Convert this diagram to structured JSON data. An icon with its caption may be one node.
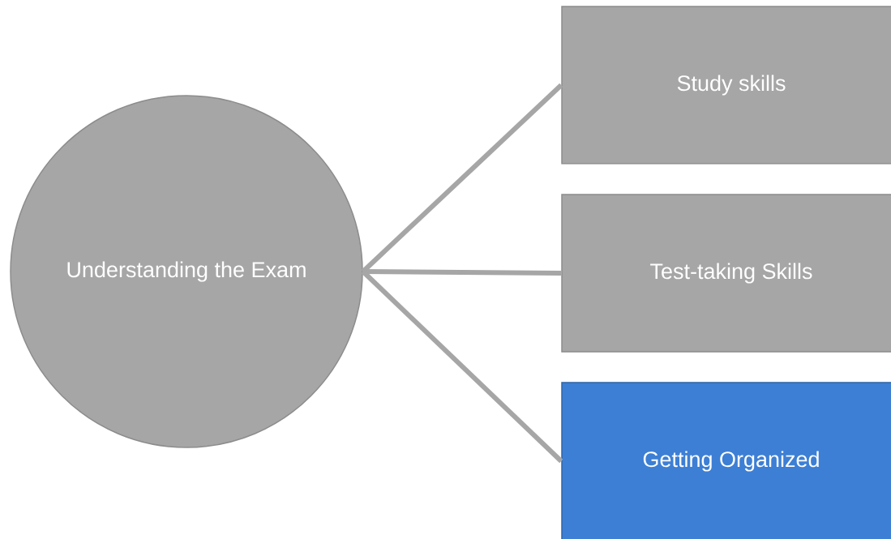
{
  "diagram": {
    "nodes": [
      {
        "text": [
          "Understanding the Exam"
        ]
      },
      {
        "text": [
          "Study skills"
        ]
      },
      {
        "text": [
          "Test-taking Skills"
        ]
      },
      {
        "text": [
          "Getting Organized"
        ]
      }
    ],
    "edges": [
      {
        "from": 0,
        "to": 1,
        "arrow": "none"
      },
      {
        "from": 0,
        "to": 2,
        "arrow": "none"
      },
      {
        "from": 0,
        "to": 3,
        "arrow": "none"
      }
    ]
  }
}
